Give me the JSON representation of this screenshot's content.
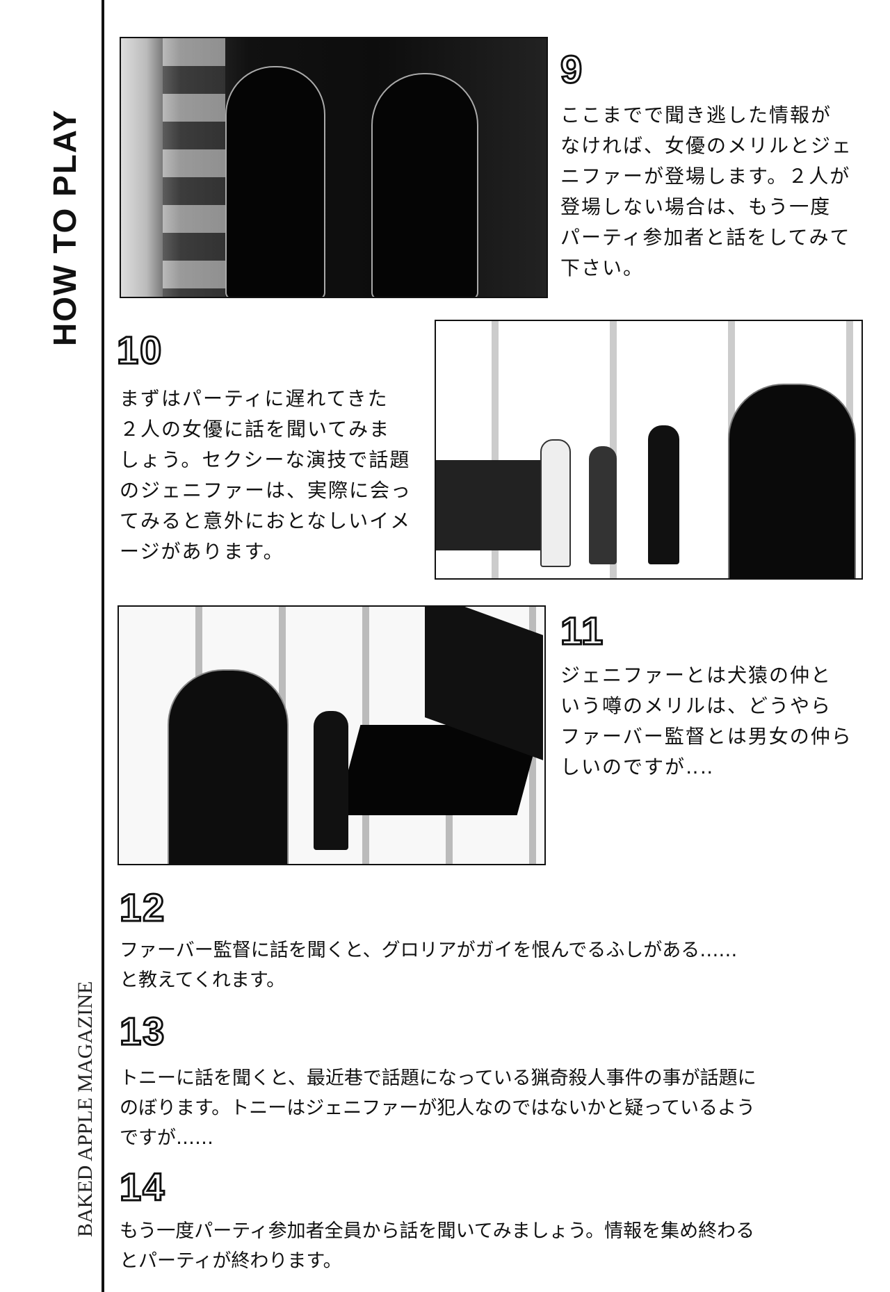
{
  "sidebar": {
    "title": "HOW TO PLAY",
    "magazine": "BAKED APPLE MAGAZINE"
  },
  "steps": [
    {
      "number": "9",
      "lines": [
        "ここまでで聞き逃した情報が",
        "なければ、女優のメリルとジェ",
        "ニファーが登場します。２人が",
        "登場しない場合は、もう一度",
        "パーティ参加者と話をしてみて",
        "下さい。"
      ]
    },
    {
      "number": "10",
      "lines": [
        "まずはパーティに遅れてきた",
        "２人の女優に話を聞いてみま",
        "しょう。セクシーな演技で話題",
        "のジェニファーは、実際に会っ",
        "てみると意外におとなしいイメ",
        "ージがあります。"
      ]
    },
    {
      "number": "11",
      "lines": [
        "ジェニファーとは犬猿の仲と",
        "いう噂のメリルは、どうやら",
        "ファーバー監督とは男女の仲ら",
        "しいのですが‥‥"
      ]
    },
    {
      "number": "12",
      "lines": [
        "ファーバー監督に話を聞くと、グロリアがガイを恨んでるふしがある‥‥‥",
        "と教えてくれます。"
      ]
    },
    {
      "number": "13",
      "lines": [
        "トニーに話を聞くと、最近巷で話題になっている猟奇殺人事件の事が話題に",
        "のぼります。トニーはジェニファーが犯人なのではないかと疑っているよう",
        "ですが‥‥‥"
      ]
    },
    {
      "number": "14",
      "lines": [
        "もう一度パーティ参加者全員から話を聞いてみましょう。情報を集め終わる",
        "とパーティが終わります。"
      ]
    }
  ]
}
